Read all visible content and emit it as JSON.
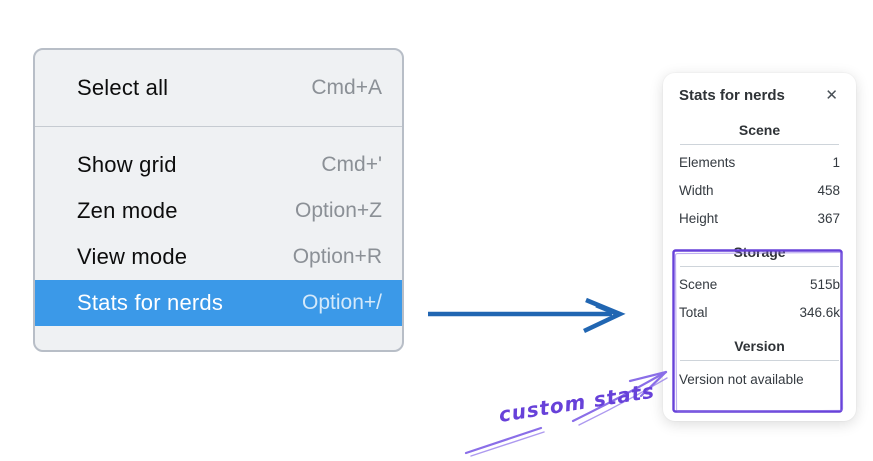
{
  "menu": {
    "groups": [
      {
        "items": [
          {
            "label": "Select all",
            "shortcut": "Cmd+A",
            "highlighted": false
          }
        ]
      },
      {
        "items": [
          {
            "label": "Show grid",
            "shortcut": "Cmd+'",
            "highlighted": false
          },
          {
            "label": "Zen mode",
            "shortcut": "Option+Z",
            "highlighted": false
          },
          {
            "label": "View mode",
            "shortcut": "Option+R",
            "highlighted": false
          },
          {
            "label": "Stats for nerds",
            "shortcut": "Option+/",
            "highlighted": true
          }
        ]
      }
    ]
  },
  "stats_panel": {
    "title": "Stats for nerds",
    "close_icon": "✕",
    "sections": [
      {
        "header": "Scene",
        "rows": [
          {
            "label": "Elements",
            "value": "1"
          },
          {
            "label": "Width",
            "value": "458"
          },
          {
            "label": "Height",
            "value": "367"
          }
        ]
      },
      {
        "header": "Storage",
        "rows": [
          {
            "label": "Scene",
            "value": "515b"
          },
          {
            "label": "Total",
            "value": "346.6k"
          }
        ]
      },
      {
        "header": "Version",
        "rows": [],
        "note": "Version not available"
      }
    ]
  },
  "annotations": {
    "label": "custom stats"
  },
  "colors": {
    "menu_highlight": "#3b99e8",
    "arrow_blue": "#2166b2",
    "annotation_purple": "#6741d9",
    "annotation_purple_light": "#8a6ee8"
  }
}
